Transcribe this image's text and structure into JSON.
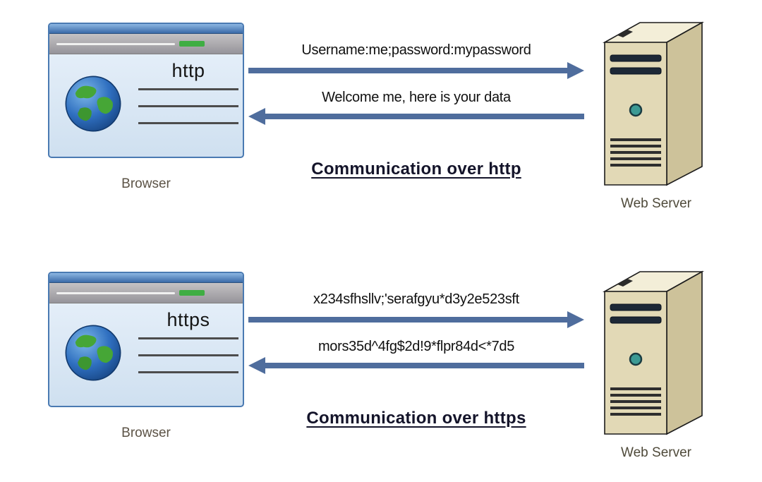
{
  "title": "Communication over http vs https diagram",
  "colors": {
    "arrow": "#4f6d9d",
    "caption_text": "#14142a",
    "label_text": "#5c5346",
    "server_body": "#e2d9b6",
    "browser_border": "#4a7ab2"
  },
  "icons": {
    "globe": "globe-icon",
    "server": "web-server-icon"
  },
  "http_section": {
    "protocol": "http",
    "browser_label": "Browser",
    "server_label": "Web Server",
    "request_message": "Username:me;password:mypassword",
    "response_message": "Welcome me, here is your data",
    "caption": "Communication over http"
  },
  "https_section": {
    "protocol": "https",
    "browser_label": "Browser",
    "server_label": "Web Server",
    "request_message": "x234sfhsllv;'serafgyu*d3y2e523sft",
    "response_message": "mors35d^4fg$2d!9*flpr84d<*7d5",
    "caption": "Communication over https"
  }
}
